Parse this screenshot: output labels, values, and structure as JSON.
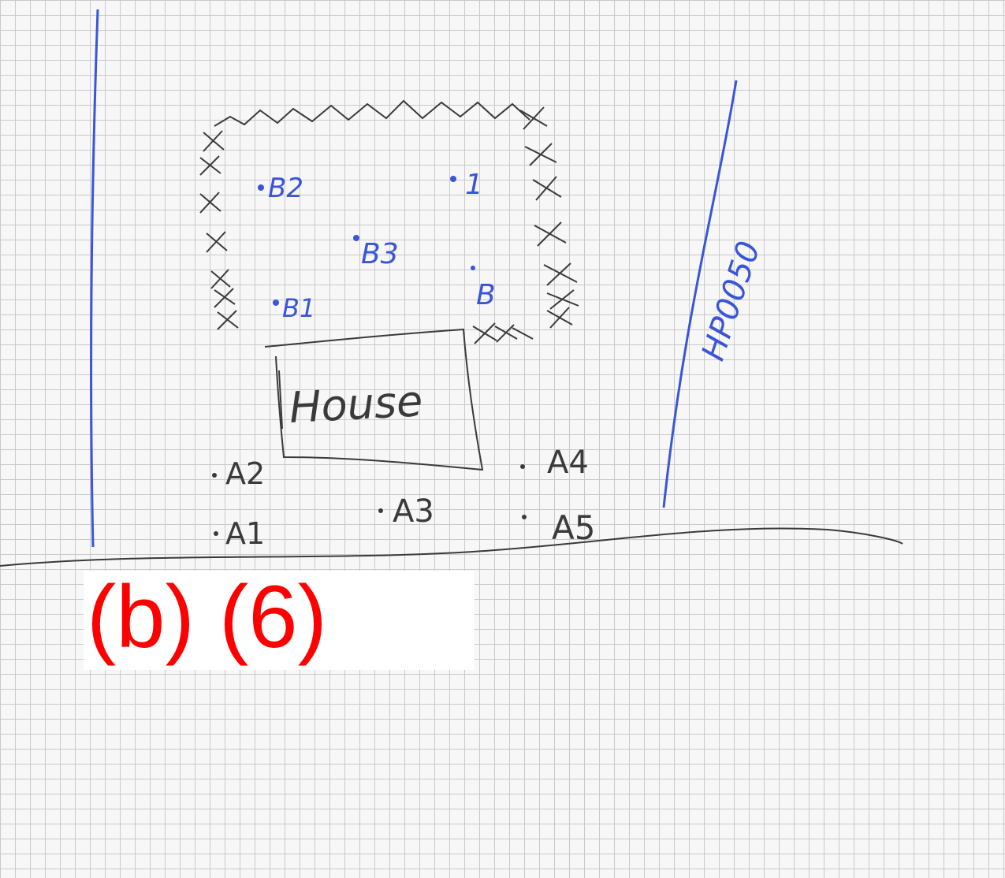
{
  "figure_label": "(b) (6)",
  "house_label": "House",
  "side_note": "HP0050",
  "points_inside": [
    {
      "label": "B2"
    },
    {
      "label": "1"
    },
    {
      "label": "B3"
    },
    {
      "label": "B"
    },
    {
      "label": "B1"
    }
  ],
  "points_outside": [
    {
      "label": "A2"
    },
    {
      "label": "A4"
    },
    {
      "label": "A3"
    },
    {
      "label": "A1"
    },
    {
      "label": "A5"
    }
  ],
  "colors": {
    "grid": "#c9c9c9",
    "pencil": "#3a3a3a",
    "blue_ink": "#3b55d9",
    "label_red": "#ff0000"
  }
}
